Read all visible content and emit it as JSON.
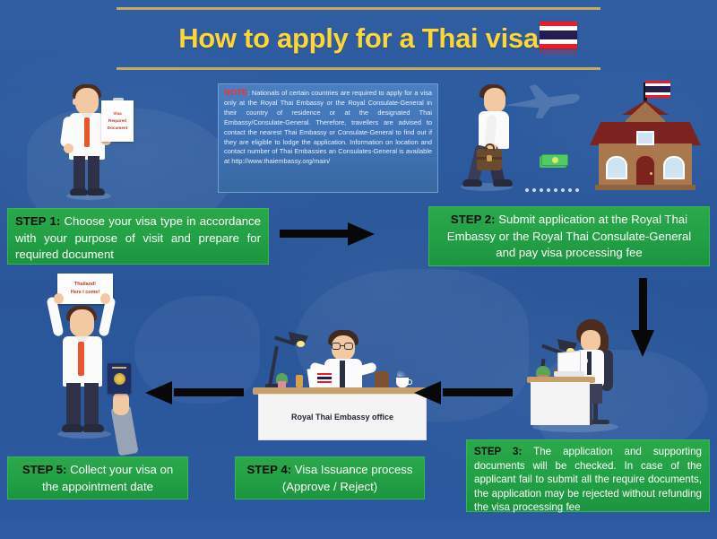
{
  "poster": {
    "title": "How to apply for a Thai visa",
    "flag_name": "thai-flag",
    "background_color": "#2a5699",
    "title_color": "#ffd633",
    "rule_color": "#c7a95e",
    "step_box_color": "#22a045",
    "note_box_color": "#3f74b8",
    "arrow_color": "#080808"
  },
  "note": {
    "label": "NOTE",
    "text": ": Nationals of certain countries are required to apply for a visa only at the Royal Thai Embassy or the Royal Consulate-General in their country of residence or at the designated Thai Embassy/Consulate-General. Therefore, travellers are advised to contact the nearest Thai Embassy or Consulate-General to find out if they are eligible to lodge the application. Information on location and contact number of Thai Embassies an Consulates-General is available at http://www.thaiembassy.org/main/"
  },
  "steps": [
    {
      "label": "STEP 1:",
      "text": " Choose your visa type in accordance with your purpose of visit and prepare for required document"
    },
    {
      "label": "STEP 2:",
      "text": " Submit application at the Royal Thai Embassy or the Royal Thai Consulate-General and pay visa processing fee"
    },
    {
      "label": "STEP 3:",
      "text": " The application and supporting documents will be checked. In case of the applicant fail to submit all the require documents, the application may be rejected without refunding the visa processing fee"
    },
    {
      "label": "STEP 4:",
      "text": " Visa Issuance process (Approve / Reject)"
    },
    {
      "label": "STEP 5:",
      "text": " Collect your visa on the appointment date"
    }
  ],
  "illustrations": {
    "document_sign": {
      "line1": "Visa",
      "line2": "Required",
      "line3": "Document"
    },
    "counter_label": "Royal Thai Embassy office",
    "celebrate_sign": {
      "line1": "Thailand!",
      "line2": "Here I come!"
    }
  },
  "arrows": [
    {
      "name": "arrow-step1-to-step2",
      "direction": "right"
    },
    {
      "name": "arrow-step2-to-step3",
      "direction": "down"
    },
    {
      "name": "arrow-step3-to-step4",
      "direction": "left"
    },
    {
      "name": "arrow-step4-to-step5",
      "direction": "left"
    }
  ]
}
